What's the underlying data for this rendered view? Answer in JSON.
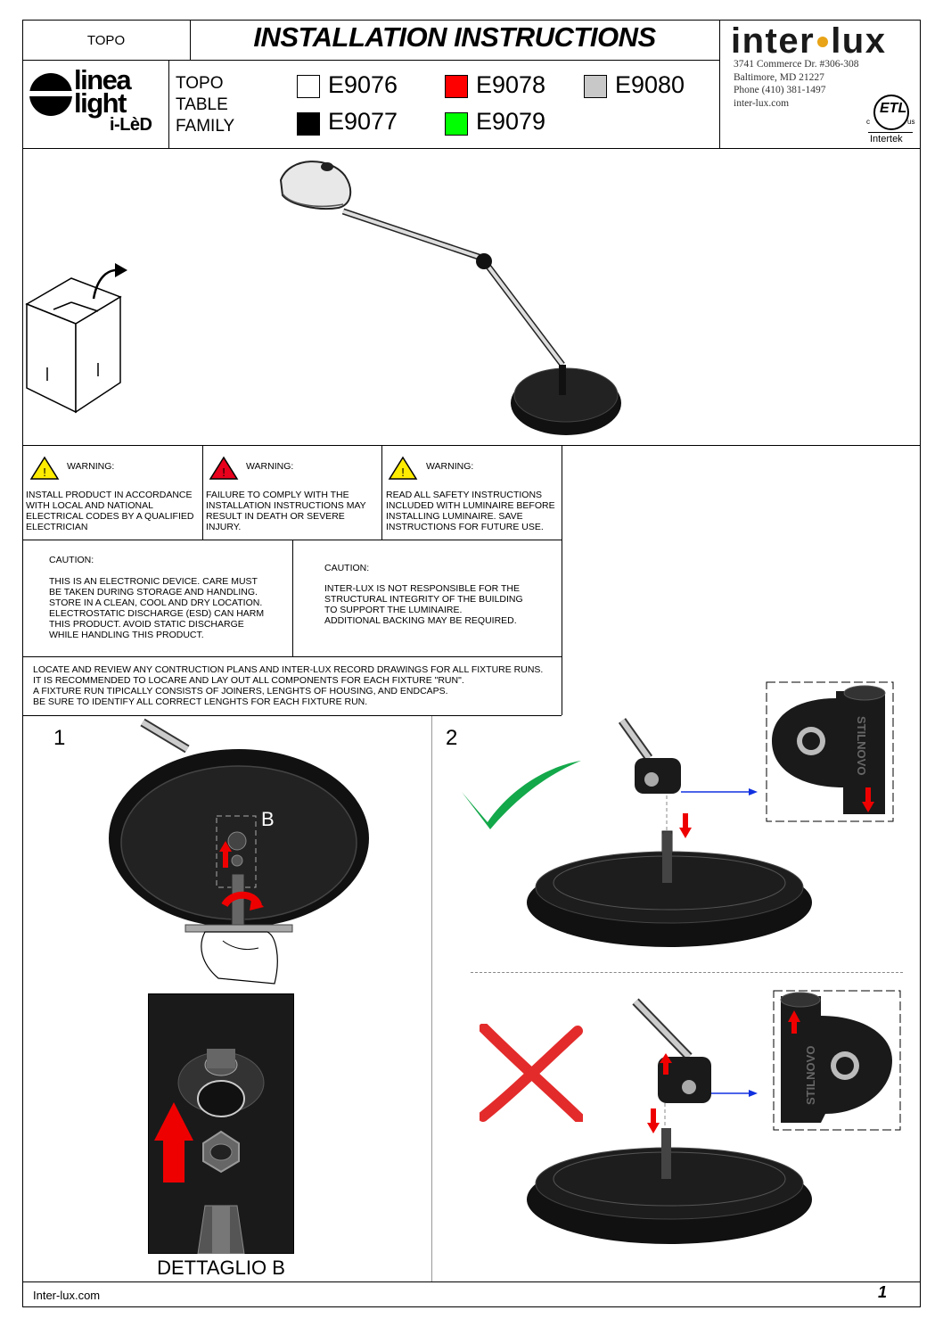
{
  "header": {
    "product": "TOPO",
    "title": "INSTALLATION INSTRUCTIONS",
    "family_lines": [
      "TOPO",
      "TABLE",
      "FAMILY"
    ],
    "variants": [
      {
        "code": "E9076",
        "color": "#ffffff"
      },
      {
        "code": "E9078",
        "color": "#ff0000"
      },
      {
        "code": "E9080",
        "color": "#c8c8c8"
      },
      {
        "code": "E9077",
        "color": "#000000"
      },
      {
        "code": "E9079",
        "color": "#00ff00"
      }
    ]
  },
  "brand_left": {
    "line1": "linea",
    "line2": "light",
    "line3": "i-LèD"
  },
  "brand_right": {
    "name_a": "inter",
    "name_b": "lux",
    "dot_color": "#e8a317",
    "address1": "3741 Commerce Dr. #306-308",
    "address2": "Baltimore, MD 21227",
    "phone": "Phone (410) 381-1497",
    "web": "inter-lux.com",
    "cert_c": "c",
    "cert_mark": "ETL",
    "cert_us": "us",
    "cert_name": "Intertek"
  },
  "warnings": [
    {
      "heading": "WARNING:",
      "body": "INSTALL PRODUCT IN ACCORDANCE\nWITH LOCAL AND NATIONAL\nELECTRICAL CODES BY A QUALIFIED\nELECTRICIAN",
      "color": "#ffec00"
    },
    {
      "heading": "WARNING:",
      "body": "FAILURE TO COMPLY WITH THE\nINSTALLATION INSTRUCTIONS MAY\nRESULT IN DEATH OR SEVERE\nINJURY.",
      "color": "#e8001c"
    },
    {
      "heading": "WARNING:",
      "body": "READ ALL SAFETY INSTRUCTIONS\nINCLUDED WITH LUMINAIRE BEFORE\nINSTALLING LUMINAIRE. SAVE\nINSTRUCTIONS FOR FUTURE USE.",
      "color": "#ffec00"
    }
  ],
  "cautions": [
    {
      "heading": "CAUTION:",
      "body": "THIS IS AN ELECTRONIC DEVICE. CARE MUST\nBE TAKEN DURING STORAGE AND HANDLING.\nSTORE IN A CLEAN, COOL AND DRY LOCATION.\nELECTROSTATIC DISCHARGE (ESD) CAN HARM\nTHIS PRODUCT. AVOID STATIC DISCHARGE\nWHILE HANDLING THIS PRODUCT."
    },
    {
      "heading": "CAUTION:",
      "body": "INTER-LUX IS NOT RESPONSIBLE FOR THE\nSTRUCTURAL INTEGRITY OF THE BUILDING\nTO SUPPORT THE LUMINAIRE.\nADDITIONAL BACKING MAY BE REQUIRED."
    }
  ],
  "notice": "LOCATE AND REVIEW ANY CONTRUCTION PLANS AND INTER-LUX RECORD DRAWINGS FOR ALL FIXTURE RUNS.\nIT IS RECOMMENDED TO LOCARE AND LAY OUT ALL COMPONENTS FOR EACH FIXTURE \"RUN\".\nA FIXTURE RUN TIPICALLY CONSISTS OF JOINERS, LENGHTS OF HOUSING, AND ENDCAPS.\nBE SURE TO IDENTIFY ALL CORRECT LENGHTS FOR EACH FIXTURE RUN.",
  "step1": {
    "number": "1",
    "detail_label": "B",
    "detail_caption": "DETTAGLIO B"
  },
  "step2": {
    "number": "2",
    "brand_mark": "STILNOVO"
  },
  "footer": {
    "site": "Inter-lux.com",
    "page": "1"
  }
}
